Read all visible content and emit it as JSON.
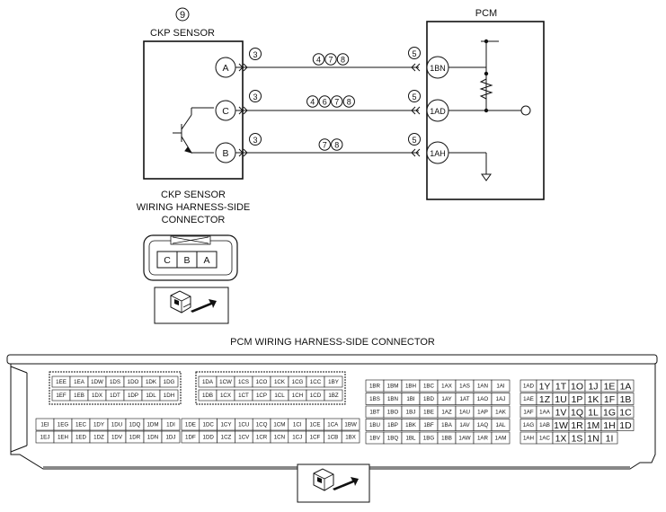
{
  "sensor": {
    "ref_number": "9",
    "title": "CKP SENSOR",
    "pins": [
      "A",
      "C",
      "B"
    ],
    "connector_ref": "3"
  },
  "pcm": {
    "title": "PCM",
    "connector_ref": "5",
    "pins": [
      "1BN",
      "1AD",
      "1AH"
    ]
  },
  "wires": [
    {
      "refs": [
        "4",
        "7",
        "8"
      ]
    },
    {
      "refs": [
        "4",
        "6",
        "7",
        "8"
      ]
    },
    {
      "refs": [
        "7",
        "8"
      ]
    }
  ],
  "harness_label": [
    "CKP SENSOR",
    "WIRING HARNESS-SIDE",
    "CONNECTOR"
  ],
  "sensor_connector_pins": [
    "C",
    "B",
    "A"
  ],
  "pcm_connector_title": "PCM WIRING HARNESS-SIDE CONNECTOR",
  "pcm_connector": {
    "g1_row1": [
      "1EE",
      "1EA",
      "1DW",
      "1DS",
      "1DO",
      "1DK",
      "1DG"
    ],
    "g1_row2": [
      "1EF",
      "1EB",
      "1DX",
      "1DT",
      "1DP",
      "1DL",
      "1DH"
    ],
    "g2_row1": [
      "1DA",
      "1CW",
      "1CS",
      "1CO",
      "1CK",
      "1CG",
      "1CC",
      "1BY"
    ],
    "g2_row2": [
      "1DB",
      "1CX",
      "1CT",
      "1CP",
      "1CL",
      "1CH",
      "1CD",
      "1BZ"
    ],
    "g3_row1": [
      "1EI",
      "1EG",
      "1EC",
      "1DY",
      "1DU",
      "1DQ",
      "1DM",
      "1DI"
    ],
    "g3_row2": [
      "1EJ",
      "1EH",
      "1ED",
      "1DZ",
      "1DV",
      "1DR",
      "1DN",
      "1DJ"
    ],
    "g4_row1": [
      "1DE",
      "1DC",
      "1CY",
      "1CU",
      "1CQ",
      "1CM",
      "1CI",
      "1CE",
      "1CA",
      "1BW"
    ],
    "g4_row2": [
      "1DF",
      "1DD",
      "1CZ",
      "1CV",
      "1CR",
      "1CN",
      "1CJ",
      "1CF",
      "1CB",
      "1BX"
    ],
    "g5": [
      [
        "1BR",
        "1BM",
        "1BH",
        "1BC",
        "1AX",
        "1AS",
        "1AN",
        "1AI"
      ],
      [
        "1BS",
        "1BN",
        "1BI",
        "1BD",
        "1AY",
        "1AT",
        "1AO",
        "1AJ"
      ],
      [
        "1BT",
        "1BO",
        "1BJ",
        "1BE",
        "1AZ",
        "1AU",
        "1AP",
        "1AK"
      ],
      [
        "1BU",
        "1BP",
        "1BK",
        "1BF",
        "1BA",
        "1AV",
        "1AQ",
        "1AL"
      ],
      [
        "1BV",
        "1BQ",
        "1BL",
        "1BG",
        "1BB",
        "1AW",
        "1AR",
        "1AM"
      ]
    ],
    "g6_small": [
      [
        "1AD"
      ],
      [
        "1AE"
      ],
      [
        "1AF",
        "1AA"
      ],
      [
        "1AG",
        "1AB"
      ],
      [
        "1AH",
        "1AC"
      ]
    ],
    "g6_large": [
      [
        "1Y",
        "1T",
        "1O",
        "1J",
        "1E",
        "1A"
      ],
      [
        "1Z",
        "1U",
        "1P",
        "1K",
        "1F",
        "1B"
      ],
      [
        "1V",
        "1Q",
        "1L",
        "1G",
        "1C"
      ],
      [
        "1W",
        "1R",
        "1M",
        "1H",
        "1D"
      ],
      [
        "1X",
        "1S",
        "1N",
        "1I"
      ]
    ]
  }
}
